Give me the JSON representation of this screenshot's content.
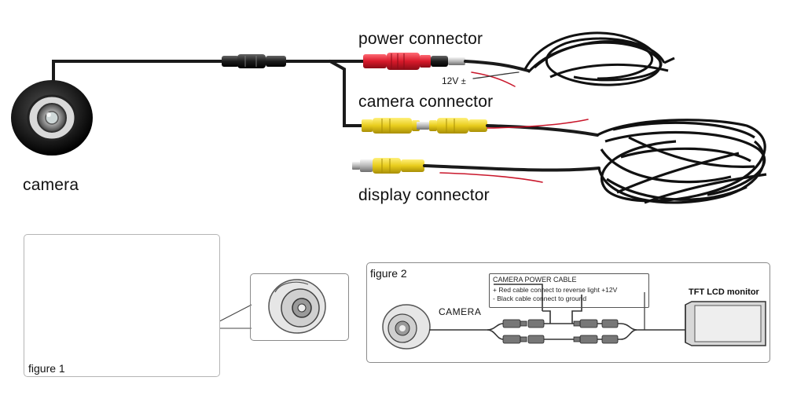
{
  "labels": {
    "power_connector": "power connector",
    "voltage": "12V",
    "camera_connector": "camera connector",
    "display_connector": "display connector",
    "camera": "camera"
  },
  "figure1": {
    "title": "figure 1"
  },
  "figure2": {
    "title": "figure 2",
    "power_cable_title": "CAMERA POWER CABLE",
    "power_line_1": "+  Red cable connect to reverse light +12V",
    "power_line_2": "-  Black cable connect to ground",
    "camera_label": "CAMERA",
    "monitor_label": "TFT LCD monitor"
  },
  "colors": {
    "red_plug": "#d8192a",
    "yellow_plug": "#e8cc1c",
    "cable": "#1a1a1a",
    "red_wire": "#c9172b",
    "line_art": "#333333"
  }
}
